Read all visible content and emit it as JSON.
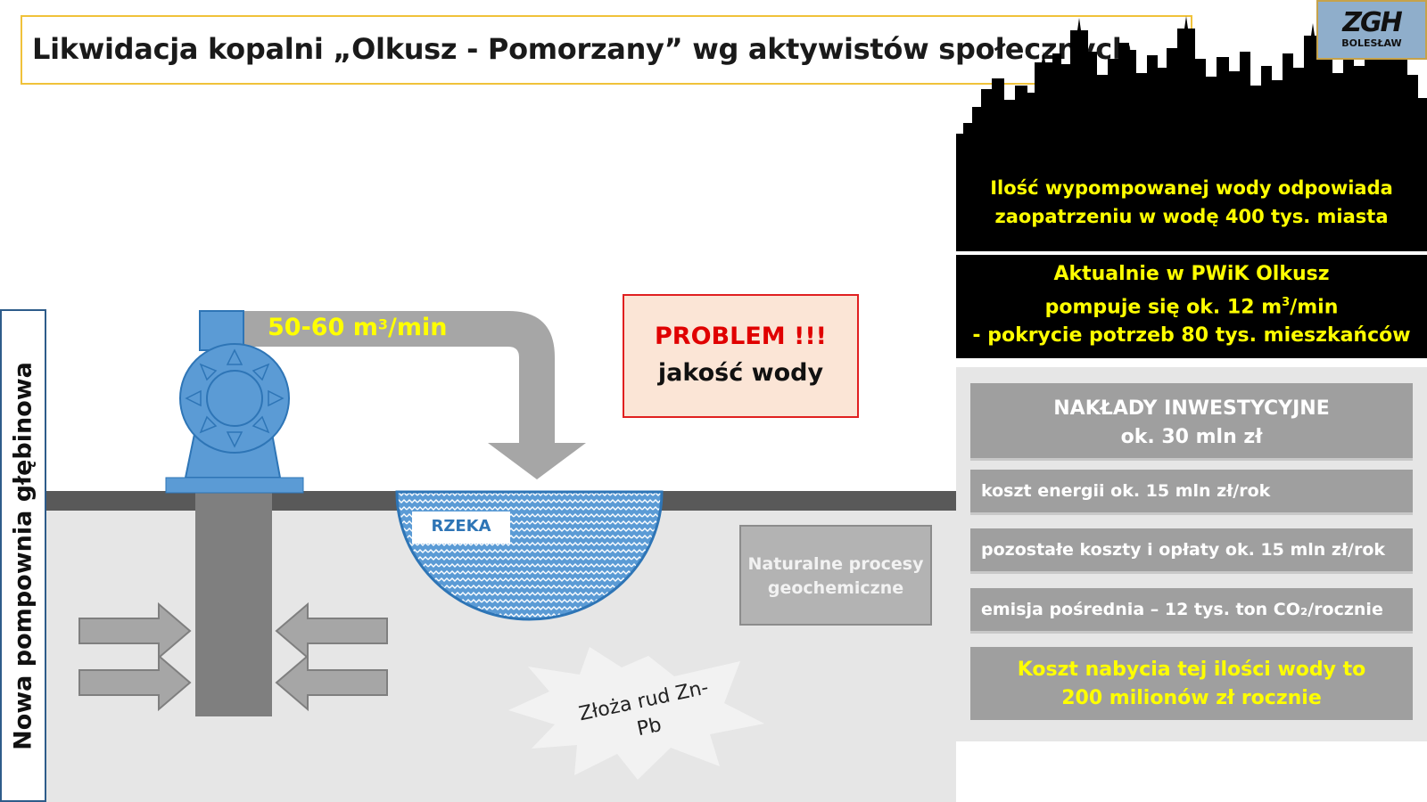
{
  "title": "Likwidacja kopalni „Olkusz - Pomorzany” wg aktywistów społecznych",
  "left_label": "Nowa pompownia głębinowa",
  "pump": {
    "rate_value": "50-60 m",
    "rate_exp": "3",
    "rate_unit": "/min"
  },
  "river": {
    "label": "RZEKA"
  },
  "problem": {
    "line1": "PROBLEM !!!",
    "line2": "jakość wody"
  },
  "natural": {
    "line1": "Naturalne procesy",
    "line2": "geochemiczne"
  },
  "ore": {
    "line1": "Złoża rud Zn-",
    "line2": "Pb"
  },
  "city": {
    "line1": "Ilość wypompowanej wody odpowiada",
    "line2": "zaopatrzeniu w wodę 400 tys. miasta"
  },
  "pwik": {
    "line1": "Aktualnie w PWiK Olkusz",
    "line2_a": "pompuje się ok. 12 m",
    "line2_exp": "3",
    "line2_b": "/min",
    "line3": "- pokrycie potrzeb 80 tys. mieszkańców"
  },
  "investment": {
    "line1": "NAKŁADY INWESTYCYJNE",
    "line2": "ok. 30 mln zł"
  },
  "costs": [
    "koszt energii ok. 15 mln zł/rok",
    "pozostałe koszty i opłaty ok. 15 mln zł/rok",
    "emisja pośrednia – 12 tys. ton CO₂/rocznie"
  ],
  "price": {
    "line1": "Koszt nabycia tej ilości wody to",
    "line2": "200 milionów  zł rocznie"
  },
  "logo": {
    "main": "ZGH",
    "sub": "BOLESŁAW"
  },
  "colors": {
    "title_border": "#f0c23a",
    "pump_blue": "#5b9bd5",
    "pump_outline": "#2e75b6",
    "arrow_grey": "#a6a6a6",
    "highlight_yellow": "#ffff00",
    "problem_red": "#e00000",
    "problem_bg": "#fbe5d6"
  }
}
